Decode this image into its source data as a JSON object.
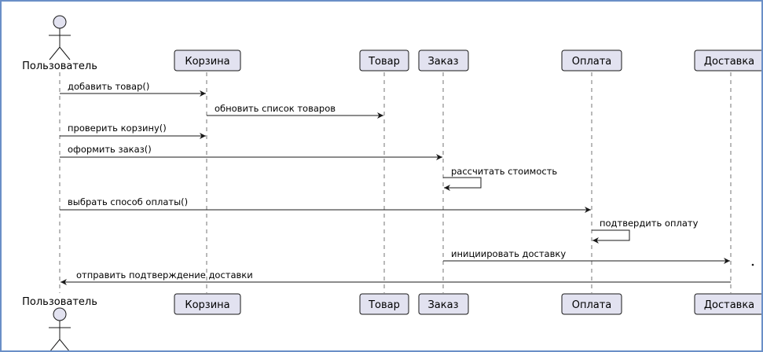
{
  "diagram": {
    "actor": {
      "name": "Пользователь"
    },
    "participants": [
      {
        "id": "cart",
        "name": "Корзина"
      },
      {
        "id": "product",
        "name": "Товар"
      },
      {
        "id": "order",
        "name": "Заказ"
      },
      {
        "id": "payment",
        "name": "Оплата"
      },
      {
        "id": "delivery",
        "name": "Доставка"
      }
    ],
    "messages": [
      {
        "from": "user",
        "to": "cart",
        "label": "добавить товар()"
      },
      {
        "from": "cart",
        "to": "product",
        "label": "обновить список товаров"
      },
      {
        "from": "user",
        "to": "cart",
        "label": "проверить корзину()"
      },
      {
        "from": "user",
        "to": "order",
        "label": "оформить заказ()"
      },
      {
        "from": "order",
        "to": "order",
        "label": "рассчитать стоимость"
      },
      {
        "from": "user",
        "to": "payment",
        "label": "выбрать способ оплаты()"
      },
      {
        "from": "payment",
        "to": "payment",
        "label": "подтвердить оплату"
      },
      {
        "from": "order",
        "to": "delivery",
        "label": "инициировать доставку"
      },
      {
        "from": "delivery",
        "to": "user",
        "label": "отправить подтверждение доставки"
      }
    ],
    "colors": {
      "participant_fill": "#e2e2f0",
      "line": "#181818",
      "frame": "#6a8fc7"
    }
  }
}
